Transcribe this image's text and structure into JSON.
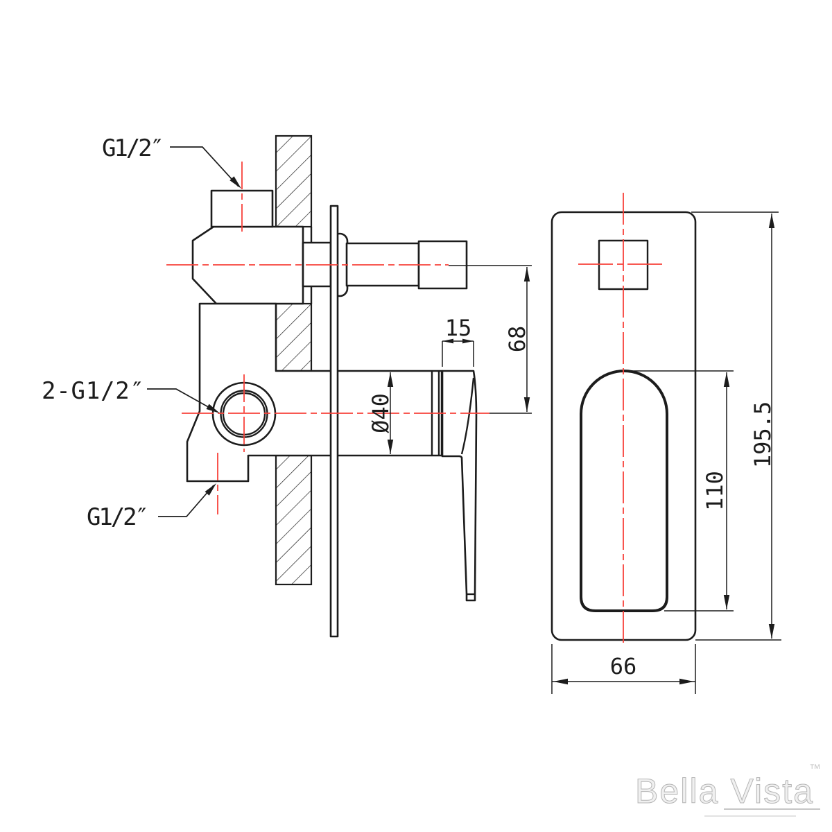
{
  "drawing": {
    "labels": {
      "top_port": "G1/2″",
      "side_ports": "2-G1/2″",
      "bottom_port": "G1/2″"
    },
    "dimensions": {
      "handle_base_width": "15",
      "outlet_offset": "68",
      "body_diameter": "Ø40",
      "slot_height": "110",
      "plate_height": "195.5",
      "plate_width": "66"
    },
    "watermark": {
      "brand": "Bella Vista",
      "trademark": "™"
    },
    "colors": {
      "line": "#1c1c1c",
      "centerline": "#f8423a",
      "watermark_fill": "#f0f0f0"
    }
  }
}
